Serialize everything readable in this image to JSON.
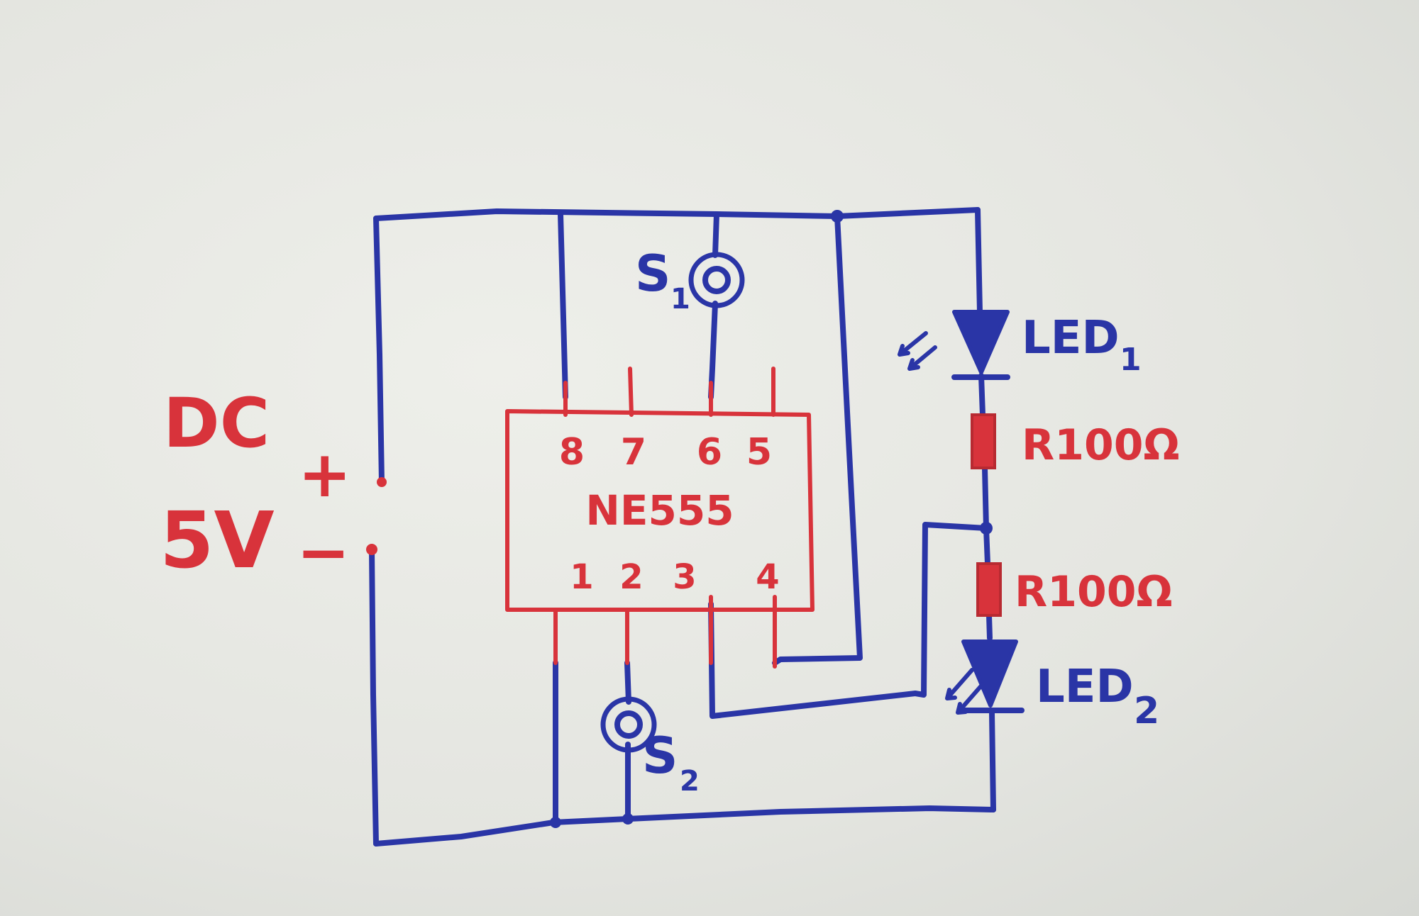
{
  "colors": {
    "paper": "#e6e7e2",
    "red_ink": "#d8333b",
    "blue_ink": "#2a35a6"
  },
  "power": {
    "label_line1": "DC",
    "label_line2": "5V",
    "plus": "+",
    "minus": "−"
  },
  "chip": {
    "name": "NE555",
    "top_pins": [
      "8",
      "7",
      "6",
      "5"
    ],
    "bottom_pins": [
      "1",
      "2",
      "3",
      "4"
    ]
  },
  "sensors": {
    "s1_letter": "S",
    "s1_sub": "1",
    "s2_letter": "S",
    "s2_sub": "2"
  },
  "leds": {
    "led1_text": "LED",
    "led1_sub": "1",
    "led2_text": "LED",
    "led2_sub": "2"
  },
  "resistors": {
    "r1": "R100Ω",
    "r2": "R100Ω"
  }
}
